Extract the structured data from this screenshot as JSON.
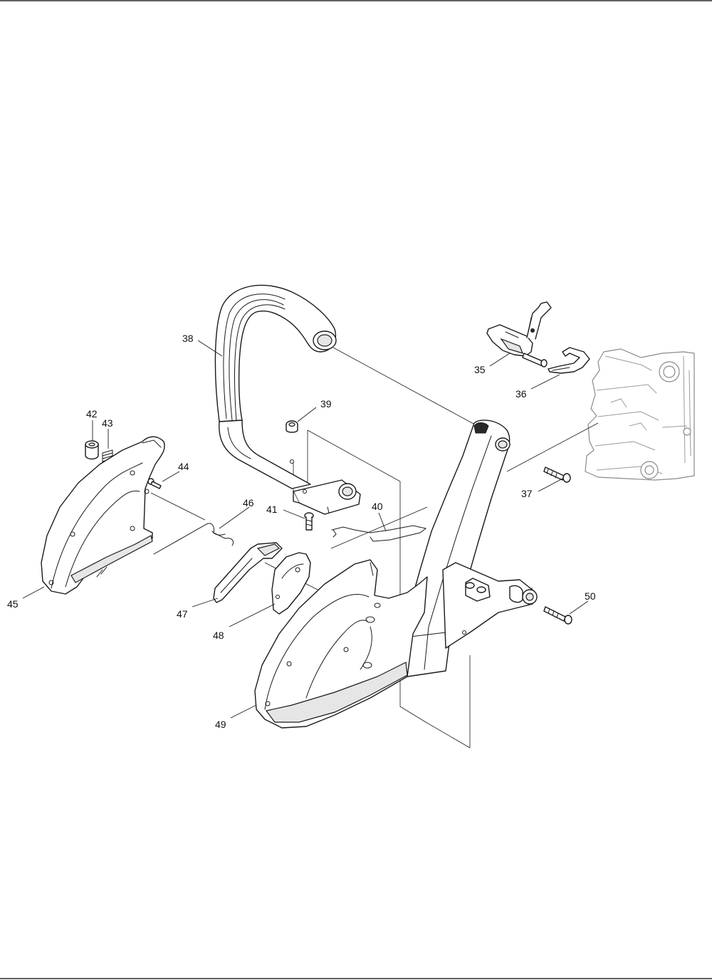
{
  "callouts": {
    "c35": "35",
    "c36": "36",
    "c37": "37",
    "c38": "38",
    "c39": "39",
    "c40": "40",
    "c41": "41",
    "c42": "42",
    "c43": "43",
    "c44": "44",
    "c45": "45",
    "c46": "46",
    "c47": "47",
    "c48": "48",
    "c49": "49",
    "c50": "50"
  }
}
